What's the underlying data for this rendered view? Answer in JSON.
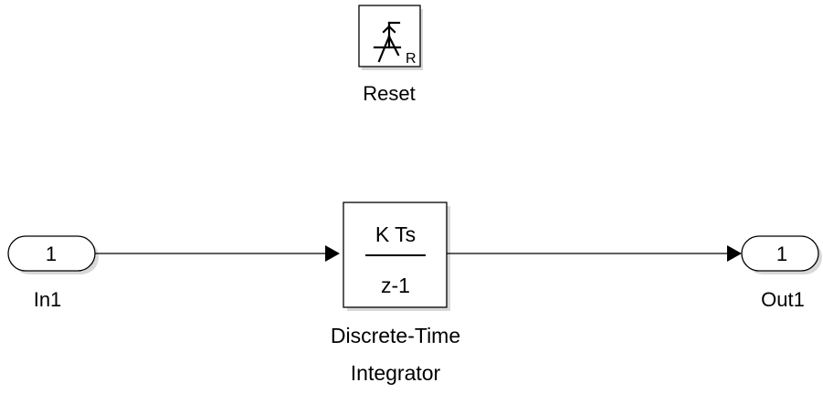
{
  "blocks": {
    "reset": {
      "label": "Reset",
      "port_letter": "R",
      "icon": "reset-trigger-icon"
    },
    "inport": {
      "port_number": "1",
      "label": "In1"
    },
    "integrator": {
      "numerator": "K Ts",
      "denominator": "z-1",
      "label_line1": "Discrete-Time",
      "label_line2": "Integrator"
    },
    "outport": {
      "port_number": "1",
      "label": "Out1"
    }
  },
  "connections": [
    {
      "from": "In1",
      "to": "Discrete-Time Integrator"
    },
    {
      "from": "Discrete-Time Integrator",
      "to": "Out1"
    }
  ],
  "colors": {
    "block_fill": "#ffffff",
    "stroke": "#000000",
    "shadow": "#d8d8d8"
  }
}
